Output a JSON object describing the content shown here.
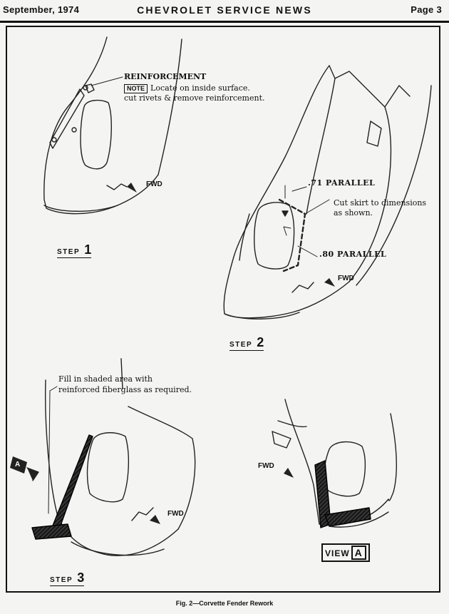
{
  "header": {
    "date": "September, 1974",
    "title": "CHEVROLET SERVICE NEWS",
    "page": "Page 3"
  },
  "step1": {
    "label": "STEP",
    "number": "1",
    "callout_title": "REINFORCEMENT",
    "note_tag": "NOTE",
    "note_text": "Locate on inside surface.",
    "note_text2": "cut rivets & remove reinforcement.",
    "fwd": "FWD"
  },
  "step2": {
    "label": "STEP",
    "number": "2",
    "dim_top": ".71 PARALLEL",
    "instruction_line1": "Cut skirt to dimensions",
    "instruction_line2": "as shown.",
    "dim_bottom": ".80 PARALLEL",
    "fwd": "FWD"
  },
  "step3": {
    "label": "STEP",
    "number": "3",
    "instruction_line1": "Fill in shaded area with",
    "instruction_line2": "reinforced fiberglass as required.",
    "fwd": "FWD",
    "view_marker": "A"
  },
  "view_a": {
    "label": "VIEW",
    "letter": "A",
    "fwd": "FWD"
  },
  "caption": "Fig. 2—Corvette Fender Rework"
}
